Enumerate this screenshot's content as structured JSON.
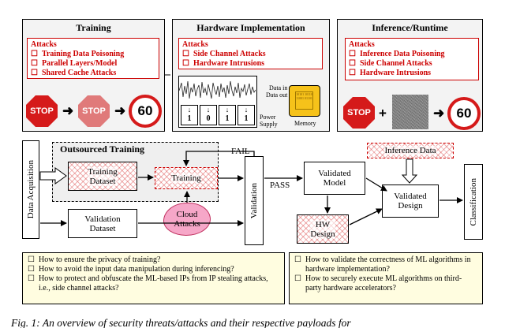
{
  "panels": {
    "training": {
      "title": "Training",
      "attacks_head": "Attacks",
      "attacks": [
        "Training Data Poisoning",
        "Parallel Layers/Model",
        "Shared Cache Attacks"
      ],
      "sign1": "STOP",
      "sign2": "STOP",
      "sign3": "60"
    },
    "hardware": {
      "title": "Hardware Implementation",
      "attacks_head": "Attacks",
      "attacks": [
        "Side Channel Attacks",
        "Hardware Intrusions"
      ],
      "cells": [
        "1",
        "0",
        "1",
        "1"
      ],
      "data_io": "Data in\nData out",
      "power_supply": "Power\nSupply",
      "memory": "Memory"
    },
    "inference": {
      "title": "Inference/Runtime",
      "attacks_head": "Attacks",
      "attacks": [
        "Inference Data Poisoning",
        "Side Channel Attacks",
        "Hardware Intrusions"
      ],
      "sign1": "STOP",
      "sign3": "60"
    }
  },
  "flow": {
    "data_acquisition": "Data Acquisition",
    "outsourced_training": "Outsourced Training",
    "training_dataset": "Training\nDataset",
    "training": "Training",
    "fail": "FAIL",
    "pass": "PASS",
    "validation": "Validation",
    "cloud_attacks": "Cloud\nAttacks",
    "validation_dataset": "Validation\nDataset",
    "validated_model": "Validated\nModel",
    "hw_design": "HW\nDesign",
    "inference_data": "Inference Data",
    "validated_design": "Validated\nDesign",
    "classification": "Classification"
  },
  "questions_left": [
    "How to ensure the privacy of training?",
    "How to avoid the input data manipulation during inferencing?",
    "How to protect and obfuscate the ML-based IPs from IP stealing attacks, i.e., side channel attacks?"
  ],
  "questions_right": [
    "How to validate the correctness of ML algorithms in hardware implementation?",
    "How to securely execute ML algorithms on third-party hardware accelerators?"
  ],
  "caption": "Fig. 1: An overview of security threats/attacks and their respective payloads for",
  "colors": {
    "attack_red": "#cc0000",
    "stop_red": "#d51a1a",
    "question_bg": "#fffde0",
    "panel_bg": "#f3f3f3"
  }
}
